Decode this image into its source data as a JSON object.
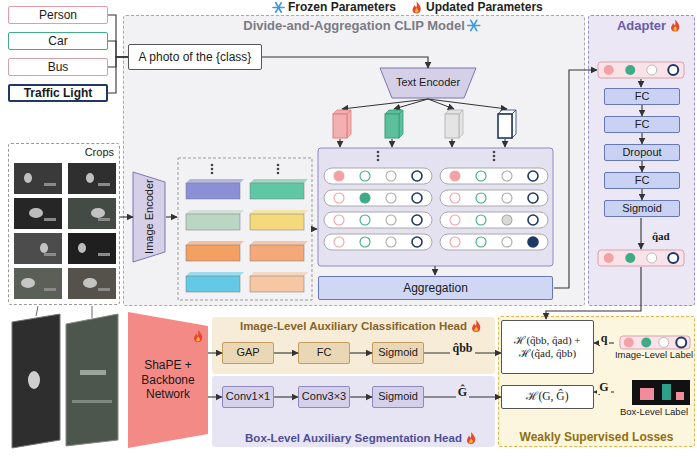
{
  "diagram": {
    "nodes": [
      {
        "text": [
          "Person"
        ]
      },
      {
        "text": [
          "Car"
        ]
      },
      {
        "text": [
          "Bus"
        ]
      },
      {
        "text": [
          "Traffic Light"
        ]
      },
      {
        "text": [
          "Divide-and-Aggregation CLIP Model"
        ]
      },
      {
        "text": [
          "A photo of the {class}"
        ],
        "in": 4
      },
      {
        "text": [
          "Text Encoder"
        ],
        "in": 4
      },
      {
        "text": [
          "Image Encoder"
        ],
        "in": 4
      },
      {
        "text": [
          "Aggregation"
        ],
        "in": 4
      },
      {
        "text": [
          "Adapter"
        ]
      },
      {
        "text": [
          "FC"
        ],
        "in": 9
      },
      {
        "text": [
          "FC"
        ],
        "in": 9
      },
      {
        "text": [
          "Dropout"
        ],
        "in": 9
      },
      {
        "text": [
          "FC"
        ],
        "in": 9
      },
      {
        "text": [
          "Sigmoid"
        ],
        "in": 9
      },
      {
        "text": [
          "Crops"
        ]
      },
      {
        "text": [
          "ShaPE + Backbone Network"
        ]
      },
      {
        "text": [
          "Image-Level Auxiliary Classification Head"
        ]
      },
      {
        "text": [
          "GAP"
        ],
        "in": 17
      },
      {
        "text": [
          "FC"
        ],
        "in": 17
      },
      {
        "text": [
          "Sigmoid"
        ],
        "in": 17
      },
      {
        "text": [
          "Box-Level Auxiliary Segmentation Head"
        ]
      },
      {
        "text": [
          "Conv1×1"
        ],
        "in": 21
      },
      {
        "text": [
          "Conv3×3"
        ],
        "in": 21
      },
      {
        "text": [
          "Sigmoid"
        ],
        "in": 21
      },
      {
        "text": [
          "Weakly Supervised Losses"
        ]
      },
      {
        "text": [
          "ℋ(q̃bb, q̂ad) + ℋ(q̃ad, q̂bb)"
        ],
        "in": 25
      },
      {
        "text": [
          "ℋ(G, Ĝ)"
        ],
        "in": 25
      },
      {
        "text": [
          "Image-Level Label"
        ],
        "in": 25
      },
      {
        "text": [
          "Box-Level Label"
        ],
        "in": 25
      }
    ],
    "edges": [
      {
        "from": 0,
        "to": 5,
        "arrow": "none"
      },
      {
        "from": 1,
        "to": 5,
        "arrow": "none"
      },
      {
        "from": 2,
        "to": 5,
        "arrow": "none"
      },
      {
        "from": 3,
        "to": 5,
        "arrow": "none"
      },
      {
        "from": 5,
        "to": 6,
        "arrow": "to"
      },
      {
        "from": 15,
        "to": 7,
        "arrow": "to"
      },
      {
        "from": 10,
        "to": 11,
        "arrow": "to"
      },
      {
        "from": 11,
        "to": 12,
        "arrow": "to"
      },
      {
        "from": 12,
        "to": 13,
        "arrow": "to"
      },
      {
        "from": 13,
        "to": 14,
        "arrow": "to"
      },
      {
        "from": 16,
        "to": 18,
        "arrow": "to"
      },
      {
        "from": 16,
        "to": 22,
        "arrow": "to"
      },
      {
        "from": 18,
        "to": 19,
        "arrow": "to"
      },
      {
        "from": 19,
        "to": 20,
        "arrow": "to"
      },
      {
        "from": 20,
        "to": 26,
        "label": "q̂bb",
        "arrow": "to"
      },
      {
        "from": 22,
        "to": 23,
        "arrow": "to"
      },
      {
        "from": 23,
        "to": 24,
        "arrow": "to"
      },
      {
        "from": 24,
        "to": 27,
        "label": "Ĝ",
        "arrow": "to"
      },
      {
        "from": 28,
        "to": 26,
        "label": "q",
        "arrow": "to"
      },
      {
        "from": 29,
        "to": 27,
        "label": "G",
        "arrow": "to"
      }
    ],
    "labels": [
      "q̂ad"
    ],
    "legend": [
      {
        "text": "Frozen Parameters"
      },
      {
        "text": "Updated Parameters"
      }
    ]
  }
}
